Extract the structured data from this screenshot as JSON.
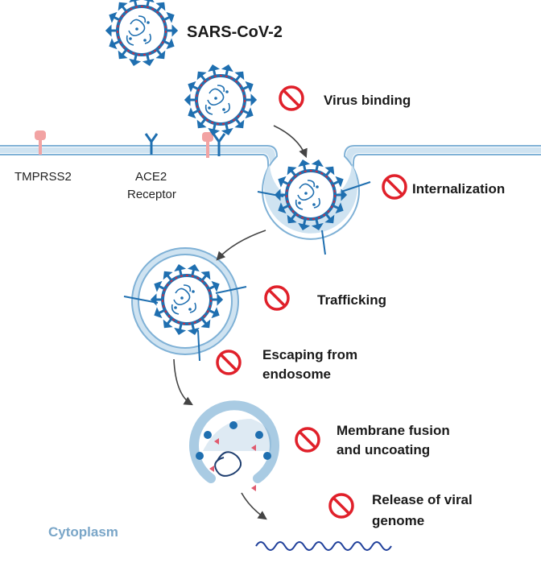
{
  "title": "SARS-CoV-2",
  "membrane_labels": {
    "tmprss2": "TMPRSS2",
    "ace2_line1": "ACE2",
    "ace2_line2": "Receptor"
  },
  "steps": {
    "virus_binding": "Virus binding",
    "internalization": "Internalization",
    "trafficking": "Trafficking",
    "escaping_line1": "Escaping from",
    "escaping_line2": "endosome",
    "fusion_line1": "Membrane fusion",
    "fusion_line2": "and uncoating",
    "release_line1": "Release of viral",
    "release_line2": "genome"
  },
  "region_label": "Cytoplasm",
  "colors": {
    "membrane": "#a9cbe3",
    "membrane_edge": "#7fb1d6",
    "spike": "#1f6fb0",
    "virus_rim": "#c0304a",
    "tmprss2": "#f2a3a3",
    "inhibit": "#e0202a",
    "cytoplasm_text": "#7aa6c8",
    "arrow": "#444444"
  },
  "icons": [
    "inhibit-icon",
    "virus-icon",
    "ace2-receptor-icon",
    "tmprss2-icon",
    "arrow-icon",
    "rna-genome-icon"
  ]
}
